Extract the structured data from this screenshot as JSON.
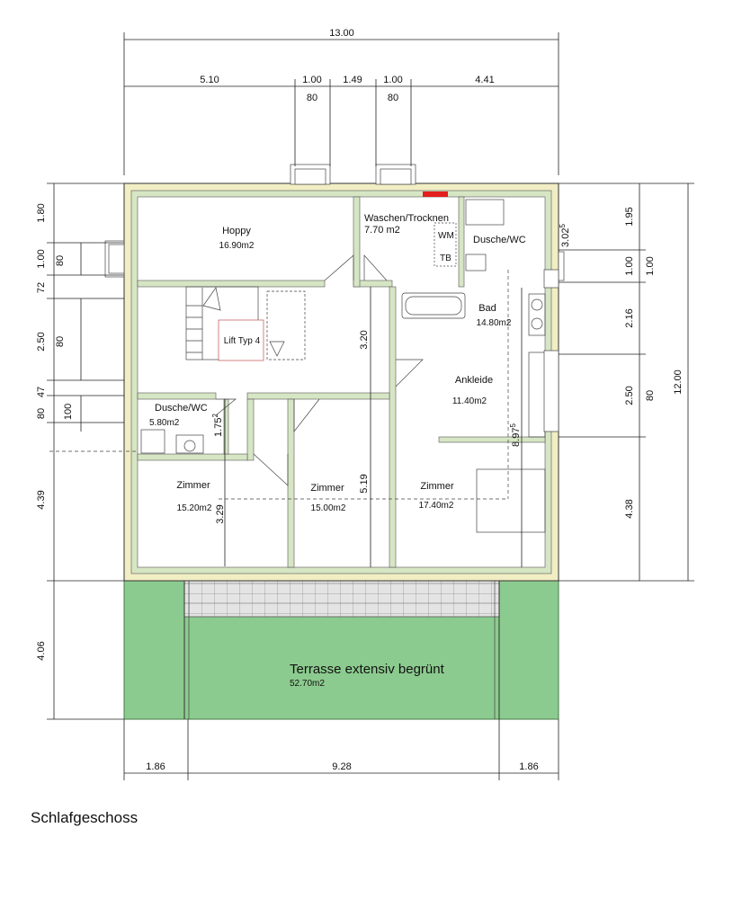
{
  "title": "Schlafgeschoss",
  "colors": {
    "wall_fill": "#d6e6c4",
    "wall_outer": "#f2eec4",
    "terrace": "#8ccb8f",
    "paving": "#e6e6e6",
    "line": "#333333",
    "stove": "#e21e1e"
  },
  "dims": {
    "top_total": "13.00",
    "top_a": "5.10",
    "top_b": "1.00",
    "top_c": "1.49",
    "top_d": "1.00",
    "top_e": "4.41",
    "top_w1": "80",
    "top_w2": "80",
    "left_1": "1.80",
    "left_2": "1.00",
    "left_3": "72",
    "left_4": "2.50",
    "left_5": "47",
    "left_6": "80",
    "left_7": "4.39",
    "left_8": "4.06",
    "left_w1": "80",
    "left_w2": "80",
    "left_w3": "100",
    "right_1": "1.95",
    "right_2": "1.00",
    "right_3": "2.16",
    "right_4": "2.50",
    "right_5": "4.38",
    "right_total": "12.00",
    "right_in1": "1.00",
    "right_in2": "80",
    "bottom_a": "1.86",
    "bottom_b": "9.28",
    "bottom_c": "1.86",
    "in_302": "3.02",
    "in_302_sup": "5",
    "in_320": "3.20",
    "in_175": "1.75",
    "in_175_sup": "2",
    "in_329": "3.29",
    "in_519": "5.19",
    "in_897": "8.97",
    "in_897_sup": "5"
  },
  "rooms": {
    "hoppy": {
      "name": "Hoppy",
      "area": "16.90m2"
    },
    "waschen": {
      "name": "Waschen/Trocknen",
      "area": "7.70 m2"
    },
    "dusche1": {
      "name": "Dusche/WC"
    },
    "bad": {
      "name": "Bad",
      "area": "14.80m2"
    },
    "ankleide": {
      "name": "Ankleide",
      "area": "11.40m2"
    },
    "dusche2": {
      "name": "Dusche/WC",
      "area": "5.80m2"
    },
    "zimmer1": {
      "name": "Zimmer",
      "area": "15.20m2"
    },
    "zimmer2": {
      "name": "Zimmer",
      "area": "15.00m2"
    },
    "zimmer3": {
      "name": "Zimmer",
      "area": "17.40m2"
    },
    "terrasse": {
      "name": "Terrasse extensiv begrünt",
      "area": "52.70m2"
    }
  },
  "labels": {
    "lift": "Lift Typ 4",
    "wm": "WM",
    "tb": "TB"
  }
}
